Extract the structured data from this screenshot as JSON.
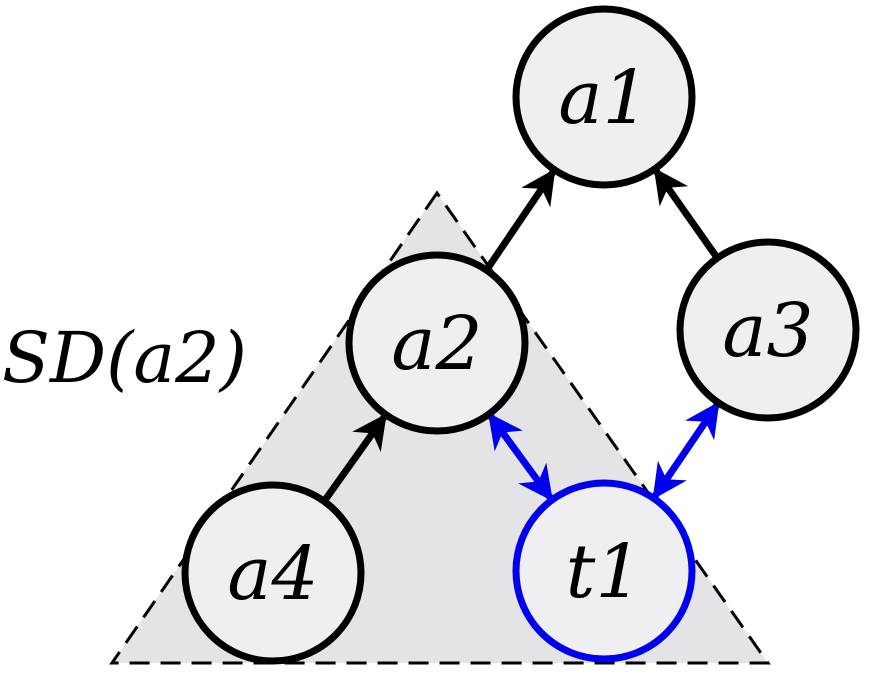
{
  "diagram": {
    "region_label": "SD(a2)",
    "nodes": [
      {
        "id": "a1",
        "label": "a1",
        "kind": "agent"
      },
      {
        "id": "a2",
        "label": "a2",
        "kind": "agent"
      },
      {
        "id": "a3",
        "label": "a3",
        "kind": "agent"
      },
      {
        "id": "a4",
        "label": "a4",
        "kind": "agent"
      },
      {
        "id": "t1",
        "label": "t1",
        "kind": "task"
      }
    ],
    "edges": [
      {
        "from": "a2",
        "to": "a1",
        "style": "directed",
        "color": "#000000"
      },
      {
        "from": "a3",
        "to": "a1",
        "style": "directed",
        "color": "#000000"
      },
      {
        "from": "a4",
        "to": "a2",
        "style": "directed",
        "color": "#000000"
      },
      {
        "from": "a2",
        "to": "t1",
        "style": "bidirectional",
        "color": "#0000ee"
      },
      {
        "from": "a3",
        "to": "t1",
        "style": "bidirectional",
        "color": "#0000ee"
      }
    ],
    "colors": {
      "node_fill": "#efeff1",
      "agent_stroke": "#000000",
      "task_stroke": "#0000ee",
      "region_fill": "#e4e4e6"
    }
  }
}
